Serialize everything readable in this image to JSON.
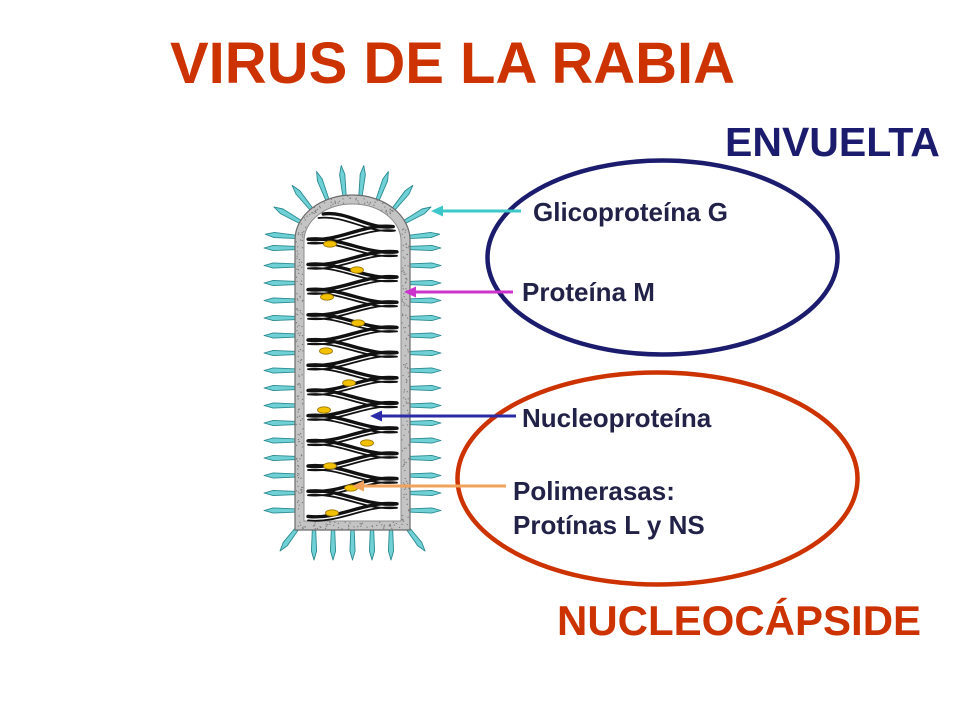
{
  "title": "VIRUS DE LA RABIA",
  "headings": {
    "envelope": "ENVUELTA",
    "nucleocapsid": "NUCLEOCÁPSIDE"
  },
  "labels": {
    "glycoprotein_g": "Glicoproteína G",
    "protein_m": "Proteína M",
    "nucleoprotein": "Nucleoproteína",
    "polymerases_line1": "Polimerasas:",
    "polymerases_line2": "Protínas L y NS"
  },
  "colors": {
    "background": "#ffffff",
    "title": "#cc3300",
    "envelope_group": "#1c1c6e",
    "nucleocapsid_group": "#cc3300",
    "label_text": "#222248",
    "glycoprotein_g_arrow": "#3cc8c8",
    "protein_m_arrow": "#cc33cc",
    "nucleoprotein_arrow": "#2b2ba8",
    "polymerase_arrow": "#f2a25a",
    "spike_fill": "#6fd0d6",
    "spike_outline": "#2a8a90",
    "membrane_fill": "#c4c4c4",
    "membrane_outline": "#6a6a6a",
    "membrane_stipple": "#7a7a7a",
    "interior_fill": "#ffffff",
    "interior_outline": "#8c8c8c",
    "coil": "#111111",
    "granule_fill": "#f2c200",
    "granule_outline": "#9a7400"
  }
}
